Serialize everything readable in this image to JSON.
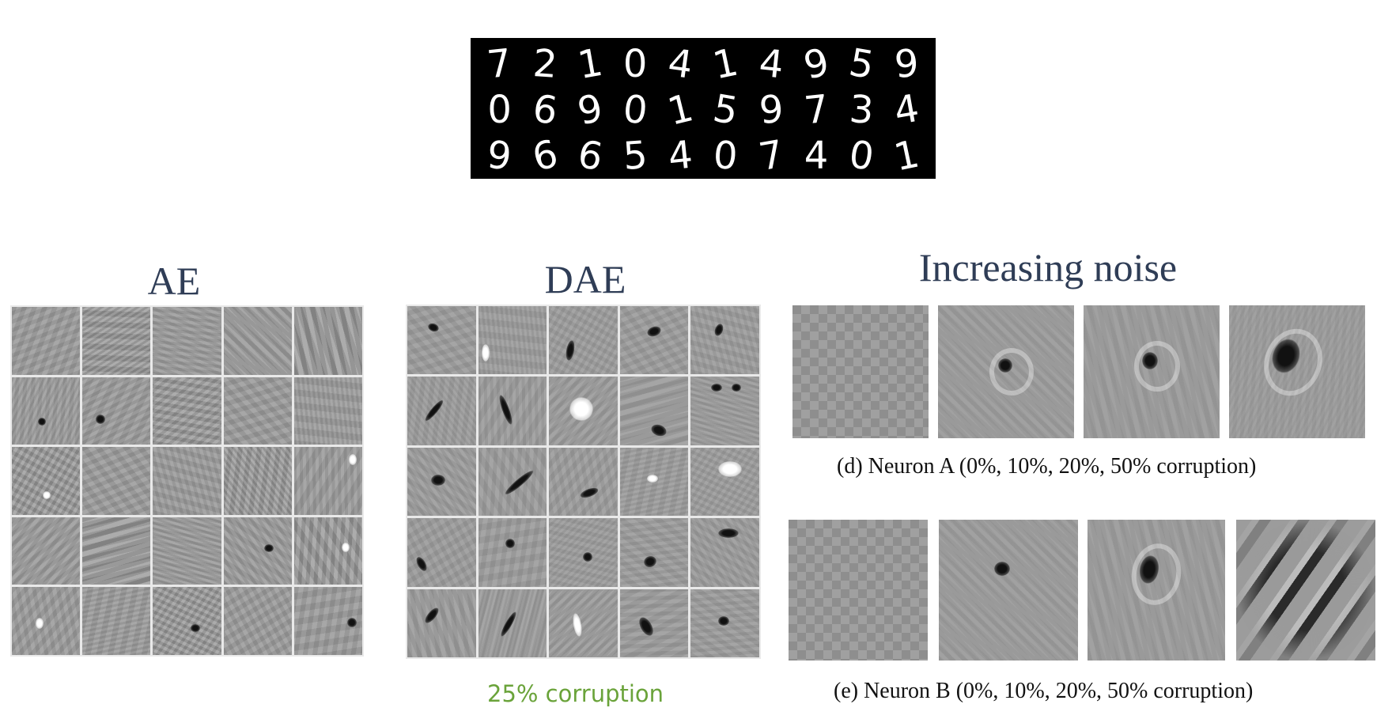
{
  "mnist": {
    "rows": [
      [
        "7",
        "2",
        "1",
        "0",
        "4",
        "1",
        "4",
        "9",
        "5",
        "9"
      ],
      [
        "0",
        "6",
        "9",
        "0",
        "1",
        "5",
        "9",
        "7",
        "3",
        "4"
      ],
      [
        "9",
        "6",
        "6",
        "5",
        "4",
        "0",
        "7",
        "4",
        "0",
        "1"
      ]
    ]
  },
  "ae": {
    "title": "AE"
  },
  "dae": {
    "title": "DAE",
    "note": "25% corruption"
  },
  "noise": {
    "title": "Increasing noise",
    "neuron_a_caption": "(d)  Neuron A (0%, 10%, 20%, 50% corruption)",
    "neuron_b_caption": "(e)  Neuron B (0%, 10%, 20%, 50% corruption)"
  },
  "colors": {
    "title": "#2f3d56",
    "note": "#6aa33a",
    "filter_bg": "#9a9a9a"
  }
}
